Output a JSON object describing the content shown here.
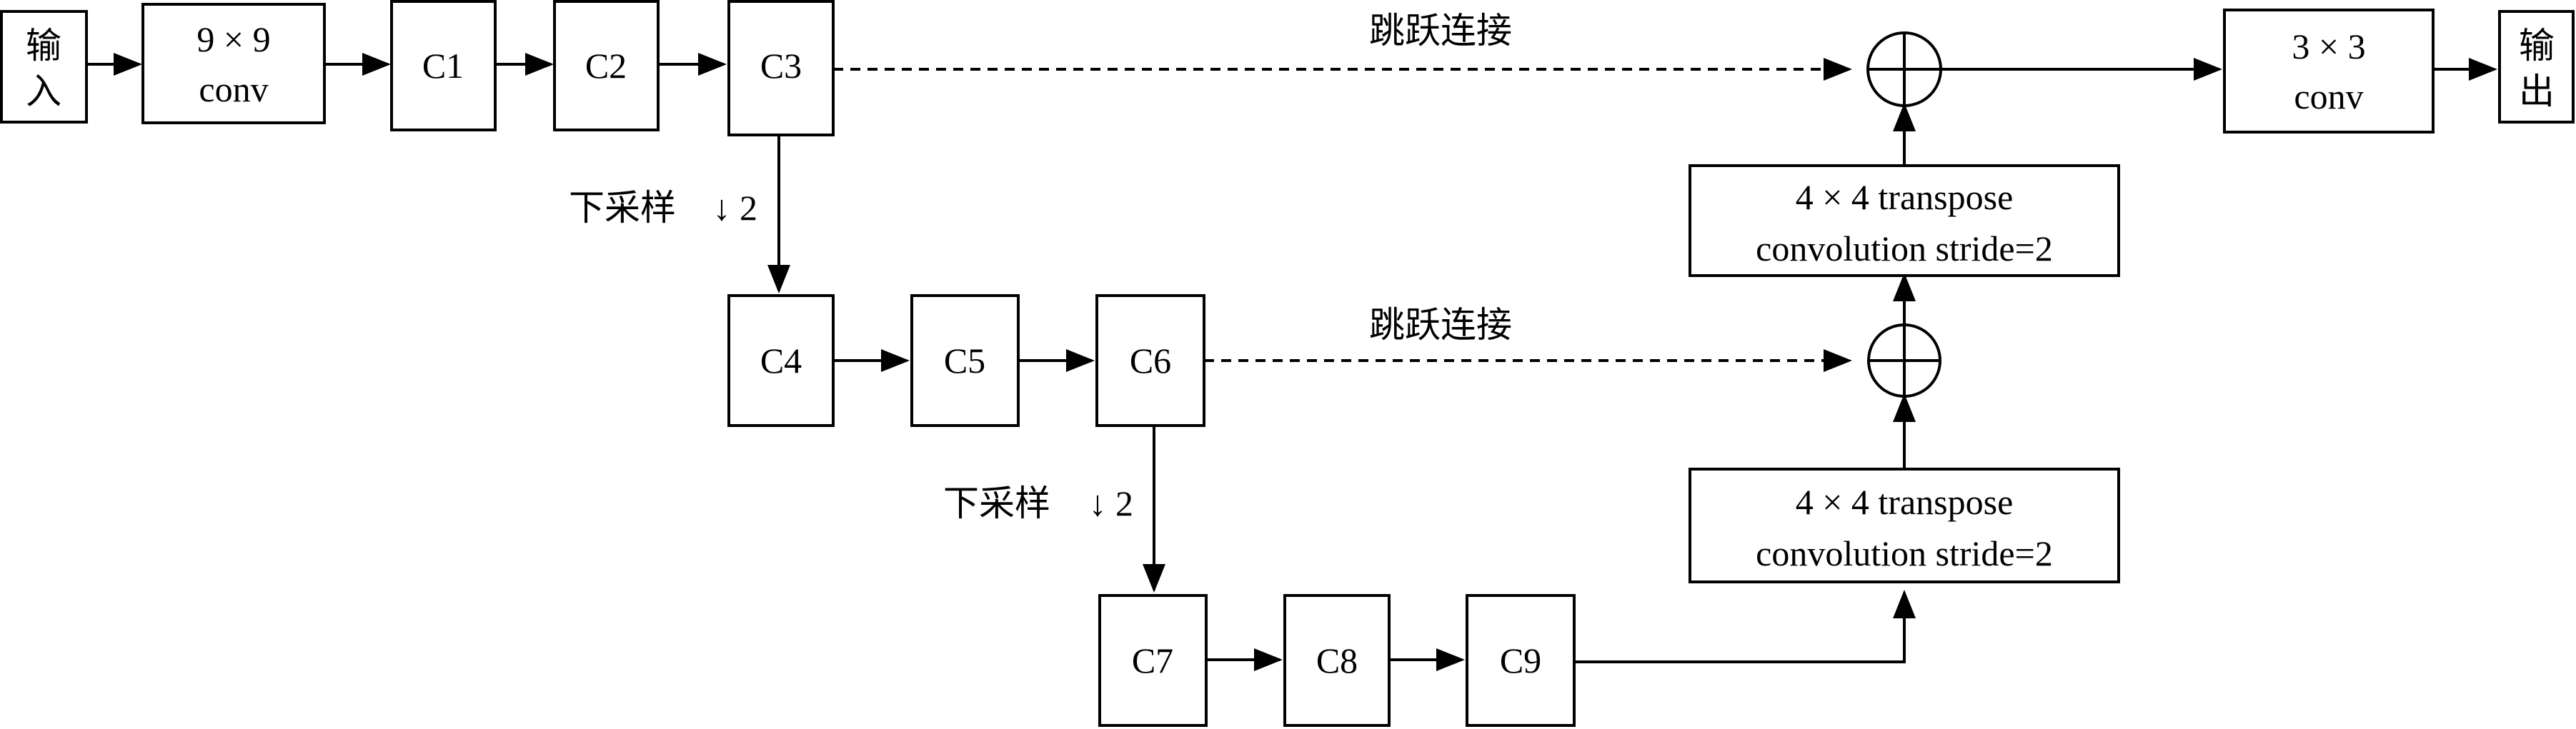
{
  "nodes": {
    "input": [
      "输",
      "入"
    ],
    "conv9": [
      "9 × 9",
      "conv"
    ],
    "c1": "C1",
    "c2": "C2",
    "c3": "C3",
    "c4": "C4",
    "c5": "C5",
    "c6": "C6",
    "c7": "C7",
    "c8": "C8",
    "c9": "C9",
    "transpose_top": [
      "4 × 4 transpose",
      "convolution stride=2"
    ],
    "transpose_bottom": [
      "4 × 4 transpose",
      "convolution stride=2"
    ],
    "conv3": [
      "3 × 3",
      "conv"
    ],
    "output": [
      "输",
      "出"
    ]
  },
  "edge_labels": {
    "skip_top": "跳跃连接",
    "skip_mid": "跳跃连接",
    "down_1": "下采样",
    "down_1_factor": "↓ 2",
    "down_2": "下采样",
    "down_2_factor": "↓ 2"
  },
  "colors": {
    "stroke": "#000000",
    "fill": "#ffffff"
  }
}
